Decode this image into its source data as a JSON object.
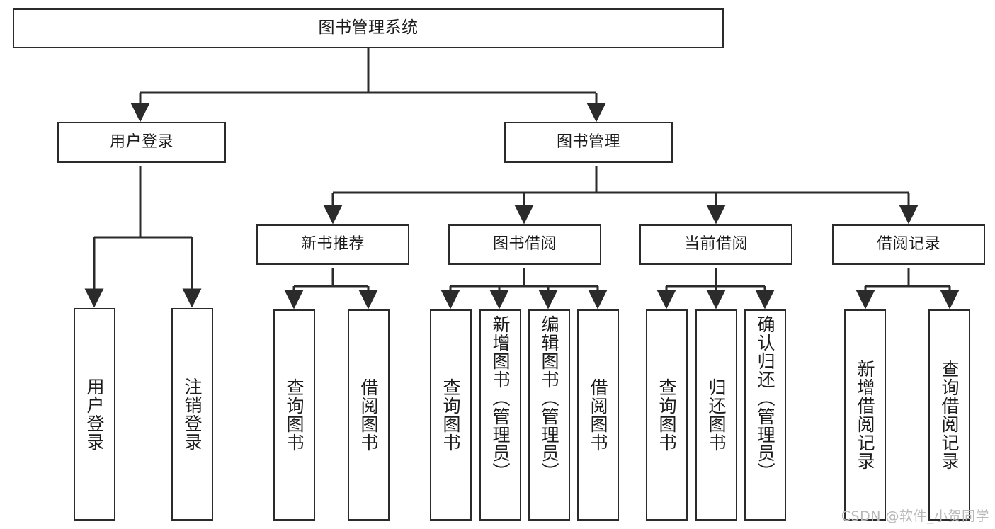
{
  "diagram": {
    "title": "图书管理系统",
    "type": "tree-hierarchy-diagram",
    "orientation": "top-down",
    "colors": {
      "stroke": "#2b2b2b",
      "fill": "#ffffff",
      "text": "#1b1b1b",
      "watermark": "#b9b9b9"
    },
    "root": {
      "label": "图书管理系统"
    },
    "level2": [
      {
        "label": "用户登录"
      },
      {
        "label": "图书管理"
      }
    ],
    "level3": [
      {
        "label": "新书推荐"
      },
      {
        "label": "图书借阅"
      },
      {
        "label": "当前借阅"
      },
      {
        "label": "借阅记录"
      }
    ],
    "leaves": {
      "user_login": [
        {
          "label": "用户登录"
        },
        {
          "label": "注销登录"
        }
      ],
      "new_book_recommend": [
        {
          "label": "查询图书"
        },
        {
          "label": "借阅图书"
        }
      ],
      "book_borrow": [
        {
          "label": "查询图书"
        },
        {
          "label": "新增图书（管理员）"
        },
        {
          "label": "编辑图书（管理员）"
        },
        {
          "label": "借阅图书"
        }
      ],
      "current_borrow": [
        {
          "label": "查询图书"
        },
        {
          "label": "归还图书"
        },
        {
          "label": "确认归还（管理员）"
        }
      ],
      "borrow_record": [
        {
          "label": "新增借阅记录"
        },
        {
          "label": "查询借阅记录"
        }
      ]
    }
  },
  "watermark": {
    "text": "CSDN @软件_小贺同学"
  }
}
